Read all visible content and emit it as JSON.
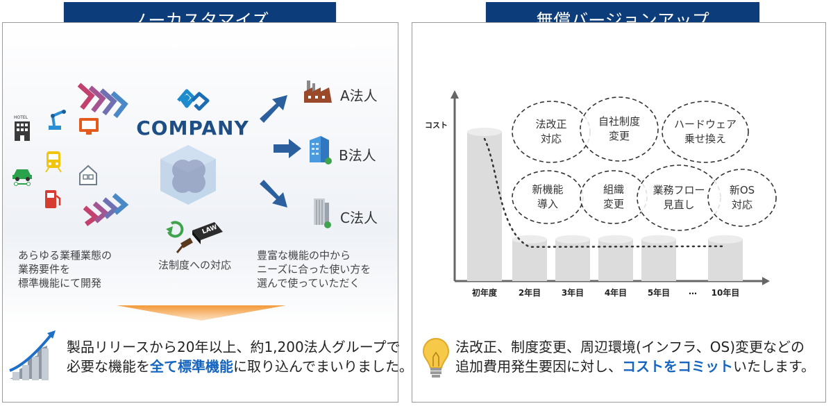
{
  "left": {
    "banner": "ノーカスタマイズ",
    "logo_text": "COMPANY",
    "hotel_label": "HOTEL",
    "law_label": "LAW",
    "caption_industries": "あらゆる業種業態の\n業務要件を\n標準機能にて開発",
    "caption_law": "法制度への対応",
    "caption_features": "豊富な機能の中から\nニーズに合った使い方を\n選んで使っていただく",
    "corps": [
      "A法人",
      "B法人",
      "C法人"
    ],
    "summary_line1": "製品リリースから20年以上、約1,200法人グループで",
    "summary_line2_pre": "必要な機能を",
    "summary_line2_hl": "全て標準機能",
    "summary_line2_post": "に取り込んでまいりました。"
  },
  "right": {
    "banner": "無償バージョンアップ",
    "summary_line1": "法改正、制度変更、周辺環境(インフラ、OS)変更などの",
    "summary_line2_pre": "追加費用発生要因に対し、",
    "summary_line2_hl": "コストをコミット",
    "summary_line2_post": "いたします。"
  },
  "chart_data": {
    "type": "bar",
    "ylabel": "コスト",
    "categories": [
      "初年度",
      "2年目",
      "3年目",
      "4年目",
      "5年目",
      "…",
      "10年目"
    ],
    "values": [
      1.0,
      0.28,
      0.28,
      0.28,
      0.28,
      null,
      0.28
    ],
    "bubbles": [
      "法改正\n対応",
      "自社制度\n変更",
      "ハードウェア\n乗せ換え",
      "新機能\n導入",
      "組織\n変更",
      "業務フロー\n見直し",
      "新OS\n対応"
    ]
  }
}
